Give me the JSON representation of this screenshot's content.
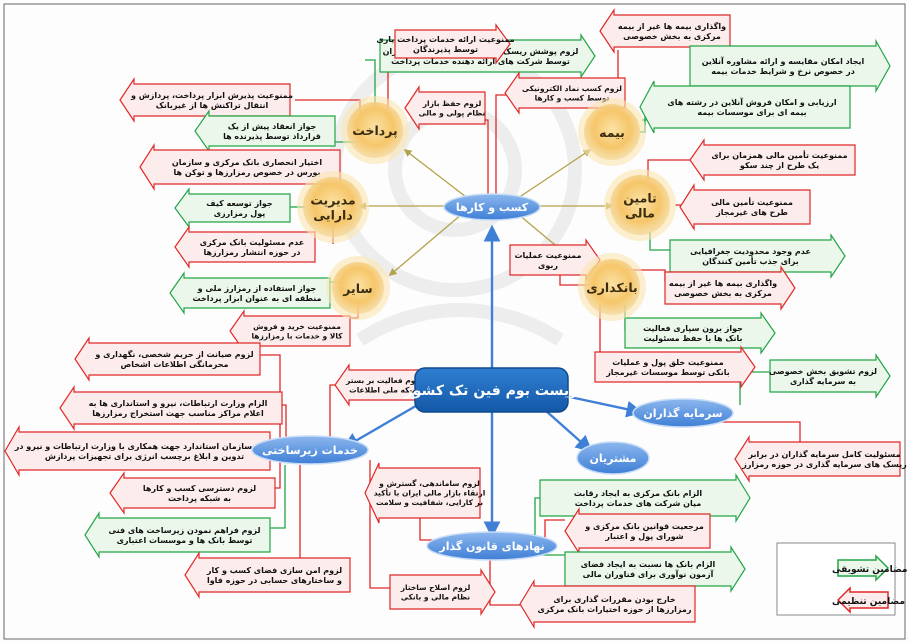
{
  "core": "زیست بوم فین تک کشور",
  "hubs": {
    "business": "کسب و کارها",
    "infra": "خدمات زیرساختی",
    "regulator": "نهادهای قانون گذار",
    "investors": "سرمایه گذاران",
    "customers": "مشتریان"
  },
  "sub": {
    "payment": "پرداخت",
    "asset": [
      "مدیریت",
      "دارایی"
    ],
    "other": "سایر",
    "insurance": "بیمه",
    "finance": [
      "تامین",
      "مالی"
    ],
    "banking": "بانکداری"
  },
  "legend": {
    "incentive": "مضامین تشویقی",
    "restrictive": "مضامین تنظیمی"
  },
  "boxes": {
    "p1": [
      "لزوم پوشش ریسک ناشی از عملکرد پرداخت یاران",
      "توسط شرکت های ارائه دهنده خدمات پرداخت"
    ],
    "p2": [
      "ممنوعیت پذیرش ابزار پرداخت، پردازش و",
      "انتقال تراکنش ها از غیربانک"
    ],
    "p3": [
      "جواز انعقاد پیش از یک",
      "قرارداد توسط پذیرنده ها"
    ],
    "p4": [
      "ممنوعیت ارائه خدمات پرداخت یاری",
      "توسط پذیرندگان"
    ],
    "a1": [
      "اختیار انحصاری بانک مرکزی و سازمان",
      "بورس در خصوص رمزارزها و توکن ها"
    ],
    "a2": [
      "جواز توسعه کیف",
      "پول رمزارزی"
    ],
    "a3": [
      "عدم مسئولیت بانک مرکزی",
      "در حوزه انتشار رمزارزها"
    ],
    "o1": [
      "جواز استفاده از رمزارز ملی و",
      "منطقه ای به عنوان ابزار پرداخت"
    ],
    "o2": [
      "ممنوعیت خرید و فروش",
      "کالا و خدمات با رمزارزها"
    ],
    "b1": [
      "لزوم کسب نماد الکترونیکی",
      "توسط کسب و کارها"
    ],
    "b2": [
      "لزوم حفظ بازار",
      "نظام پولی و مالی"
    ],
    "i1": [
      "واگذاری بیمه ها غیر از بیمه",
      "مرکزی به بخش خصوصی"
    ],
    "i2": [
      "ایجاد امکان مقایسه و ارائه مشاوره آنلاین",
      "در خصوص نرخ و شرایط خدمات بیمه"
    ],
    "i3": [
      "ارزیابی و امکان فروش آنلاین در رشته های",
      "بیمه ای برای موسسات بیمه"
    ],
    "f1": [
      "ممنوعیت تأمین مالی همزمان برای",
      "یک طرح از چند سکو"
    ],
    "f2": [
      "ممنوعیت تأمین مالی",
      "طرح های غیرمجاز"
    ],
    "f3": [
      "عدم وجود محدودیت جغرافیایی",
      "برای جذب تأمین کنندگان"
    ],
    "k1": [
      "ممنوعیت عملیات",
      "ربوی"
    ],
    "k2": [
      "واگذاری بیمه ها غیر از بیمه",
      "مرکزی به بخش خصوصی"
    ],
    "k3": [
      "جواز برون سپاری فعالیت",
      "بانک ها با حفظ مسئولیت"
    ],
    "k4": [
      "ممنوعیت خلق پول و عملیات",
      "بانکی توسط موسسات غیرمجاز"
    ],
    "v1": [
      "لزوم تشویق بخش خصوصی",
      "به سرمایه گذاری"
    ],
    "v2": [
      "مسئولیت کامل سرمایه گذاران در برابر",
      "ریسک های سرمایه گذاری در حوزه رمزارز"
    ],
    "s1": [
      "لزوم صیانت از حریم شخصی، نگهداری و",
      "محرمانگی اطلاعات اشخاص"
    ],
    "s2": [
      "الزام وزارت ارتباطات، نیرو و استانداری ها به",
      "اعلام مراکز مناسب جهت استخراج رمزارزها"
    ],
    "s3": [
      "الزام سازمان استاندارد جهت همکاری با وزارت ارتباطات و نیرو در",
      "تدوین و ابلاغ برچسب انرژی برای تجهیزات پردازش"
    ],
    "s4": [
      "لزوم دسترسی کسب و کارها",
      "به شبکه پرداخت"
    ],
    "s5": [
      "لزوم فراهم نمودن زیرساخت های فنی",
      "توسط بانک ها و موسسات اعتباری"
    ],
    "s6": [
      "لزوم امن سازی فضای کسب و کار",
      "و ساختارهای حسابی در حوزه فاوا"
    ],
    "s7": [
      "لزوم فعالیت بر بستر",
      "شبکه ملی اطلاعات"
    ],
    "s8": [
      "لزوم اصلاح ساختار",
      "نظام مالی و بانکی"
    ],
    "r1": [
      "لزوم ساماندهی، گسترش و",
      "ارتقاء بازار مالی ایران با تأکید",
      "بر کارایی، شفافیت و سلامت"
    ],
    "r2": [
      "الزام بانک مرکزی به ایجاد رقابت",
      "میان شرکت های خدمات پرداخت"
    ],
    "r3": [
      "مرجعیت قوانین بانک مرکزی و",
      "شورای پول و اعتبار"
    ],
    "r4": [
      "الزام بانک ها نسبت به ایجاد فضای",
      "آزمون نوآوری برای فناوران مالی"
    ],
    "r5": [
      "خارج بودن مقررات گذاری برای",
      "رمزارزها از حوزه اختیارات بانک مرکزی"
    ]
  }
}
